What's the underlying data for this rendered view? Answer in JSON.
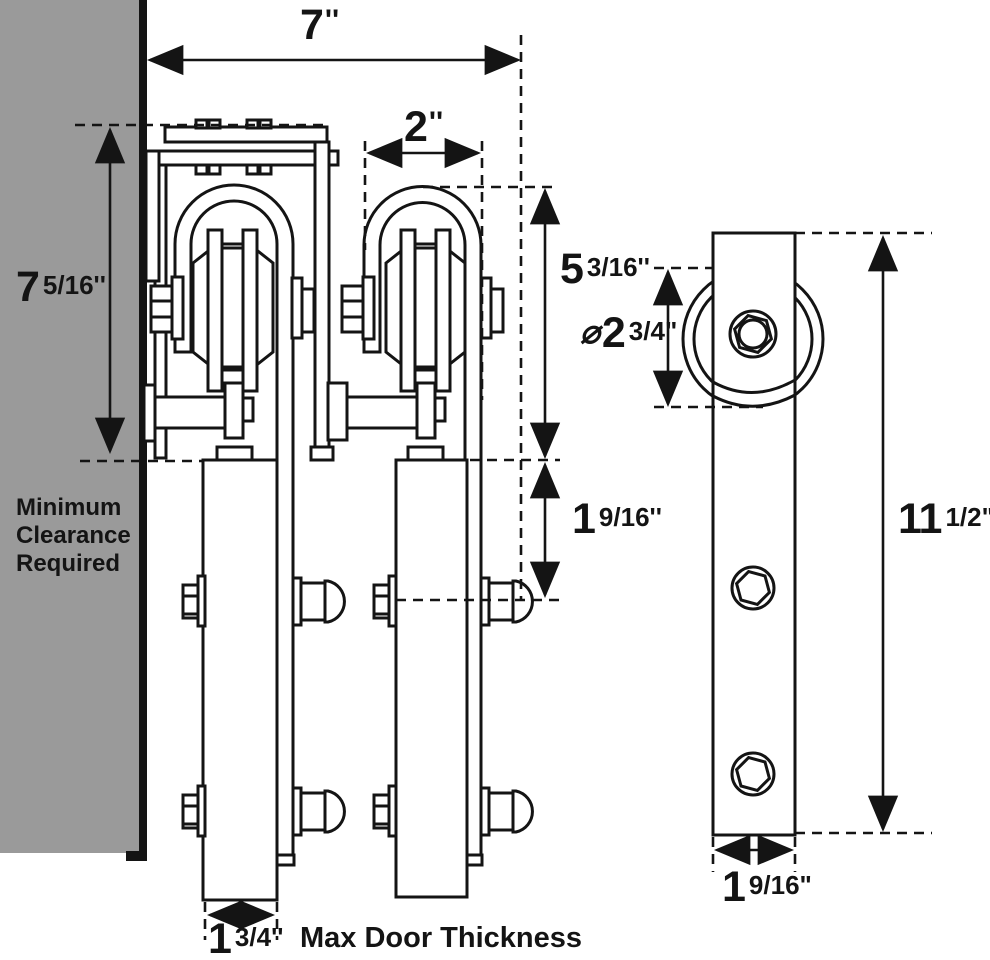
{
  "labels": {
    "min_clearance": {
      "l1": "Minimum",
      "l2": "Clearance",
      "l3": "Required"
    },
    "max_door_thickness": "Max Door Thickness"
  },
  "dimensions": {
    "track_width_7": {
      "big": "7",
      "small": "''"
    },
    "roller_width_2": {
      "big": "2",
      "small": "''"
    },
    "side_clearance_7_5_16": {
      "big": "7",
      "small": "5/16''"
    },
    "hanger_height_5_3_16": {
      "big": "5",
      "small": "3/16''"
    },
    "wheel_diameter_2_3_4": {
      "prefix": "⌀",
      "big": "2",
      "small": "3/4\""
    },
    "top_drop_1_9_16": {
      "big": "1",
      "small": "9/16''"
    },
    "strap_length_11_1_2": {
      "big": "11",
      "small": "1/2\""
    },
    "strap_width_1_9_16": {
      "big": "1",
      "small": "9/16\""
    },
    "door_thickness_1_3_4": {
      "big": "1",
      "small": "3/4''"
    }
  },
  "colors": {
    "wall_gray": "#9a9a9a",
    "line_black": "#141414"
  }
}
